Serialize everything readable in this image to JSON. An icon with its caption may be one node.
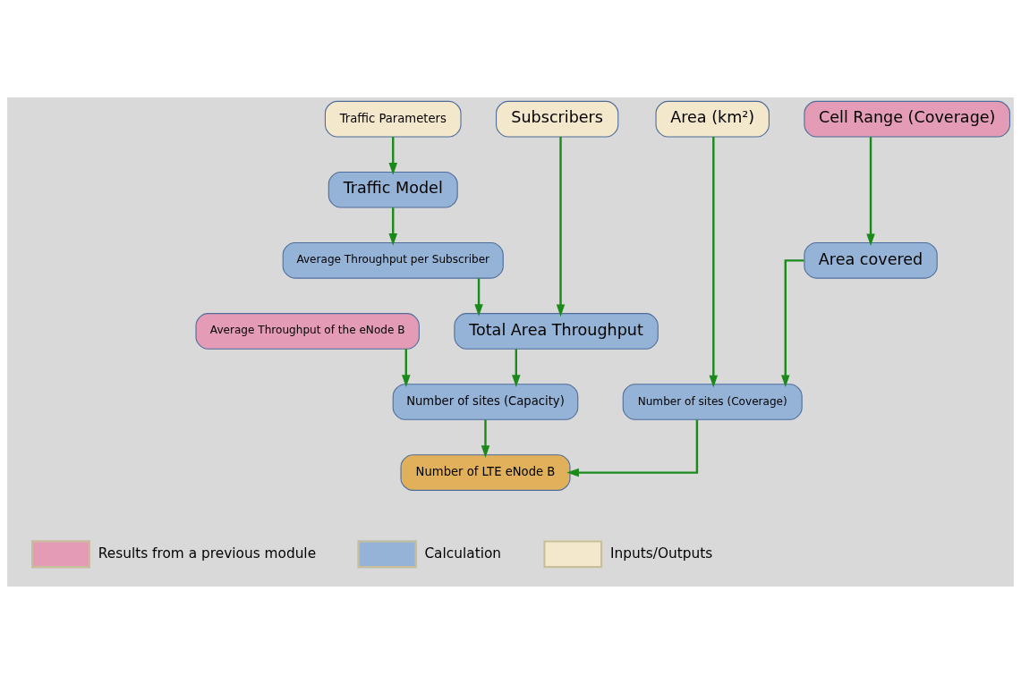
{
  "diagram": {
    "nodes": [
      {
        "text": [
          "Cell Range (Coverage)"
        ]
      },
      {
        "text": [
          "Area (km²)"
        ]
      },
      {
        "text": [
          "Traffic Parameters"
        ]
      },
      {
        "text": [
          "Subscribers"
        ]
      },
      {
        "text": [
          "Area covered"
        ]
      },
      {
        "text": [
          "Traffic Model"
        ]
      },
      {
        "text": [
          "Average Throughput per Subscriber"
        ]
      },
      {
        "text": [
          "Total Area Throughput"
        ]
      },
      {
        "text": [
          "Number of sites (Coverage)"
        ]
      },
      {
        "text": [
          "Number of sites (Capacity)"
        ]
      },
      {
        "text": [
          "Number of LTE eNode B"
        ]
      },
      {
        "text": [
          "Average Throughput of the eNode B"
        ]
      }
    ],
    "edges": [
      {
        "from": 0,
        "to": 4,
        "arrow": "to"
      },
      {
        "from": 1,
        "to": 8,
        "arrow": "to"
      },
      {
        "from": 2,
        "to": 5,
        "arrow": "to"
      },
      {
        "from": 5,
        "to": 6,
        "arrow": "to"
      },
      {
        "from": 6,
        "to": 7,
        "arrow": "to"
      },
      {
        "from": 3,
        "to": 7,
        "arrow": "to"
      },
      {
        "from": 4,
        "to": 8,
        "arrow": "to"
      },
      {
        "from": 7,
        "to": 9,
        "arrow": "to"
      },
      {
        "from": 11,
        "to": 9,
        "arrow": "to"
      },
      {
        "from": 8,
        "to": 10,
        "arrow": "to"
      },
      {
        "from": 9,
        "to": 10,
        "arrow": "to"
      }
    ],
    "legend": [
      {
        "text": "Results from a previous module",
        "color": "#e39bb6"
      },
      {
        "text": "Calculation",
        "color": "#95b3d7"
      },
      {
        "text": "Inputs/Outputs",
        "color": "#f3e8cb"
      }
    ]
  }
}
